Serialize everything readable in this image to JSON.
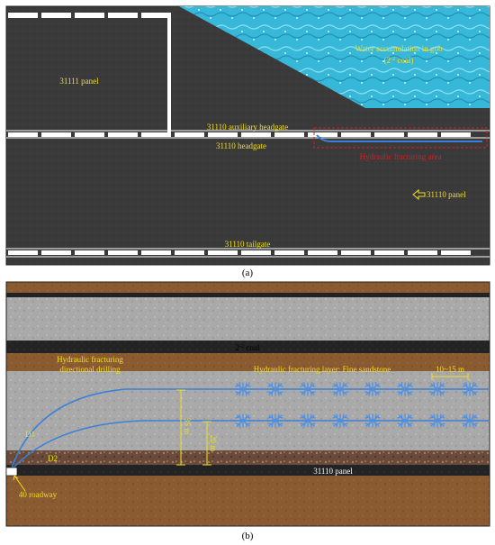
{
  "panel_a": {
    "caption": "(a)",
    "labels": {
      "panel_31111": "31111 panel",
      "water_line1": "Water accumulation in gob",
      "water_line2_pre": "(2",
      "water_line2_sup": "-2",
      "water_line2_post": " coal)",
      "aux_headgate": "31110 auxiliary headgate",
      "headgate": "31110 headgate",
      "hf_area": "Hydraulic fracturing area",
      "panel_31110": "31110 panel",
      "tailgate": "31110 tailgate"
    },
    "colors": {
      "ground": "#3a3a3a",
      "water": "#38b8d8",
      "road_block": "#ffffff",
      "text": "#f0e020",
      "hf_text": "#d42020"
    },
    "arrow_icon": "left-arrow-icon"
  },
  "panel_b": {
    "caption": "(b)",
    "labels": {
      "coal_pre": "2",
      "coal_sup": "-2",
      "coal_post": " coal",
      "drilling_line1": "Hydraulic fracturing",
      "drilling_line2": "directional drilling",
      "fracturing_layer": "Hydraulic fracturing layer: Fine sandstone",
      "spacing": "10~15 m",
      "d1": "D1",
      "d2": "D2",
      "dim_35": "35 m",
      "dim_20": "20 m",
      "panel_31110": "31110 panel",
      "roadway": "40 roadway"
    },
    "colors": {
      "mudstone": "#8a5a30",
      "sandstone": "#a8a8a8",
      "coal": "#222222",
      "well": "#3a80d8",
      "fracture": "#4a90e8",
      "text": "#f0e020"
    }
  }
}
